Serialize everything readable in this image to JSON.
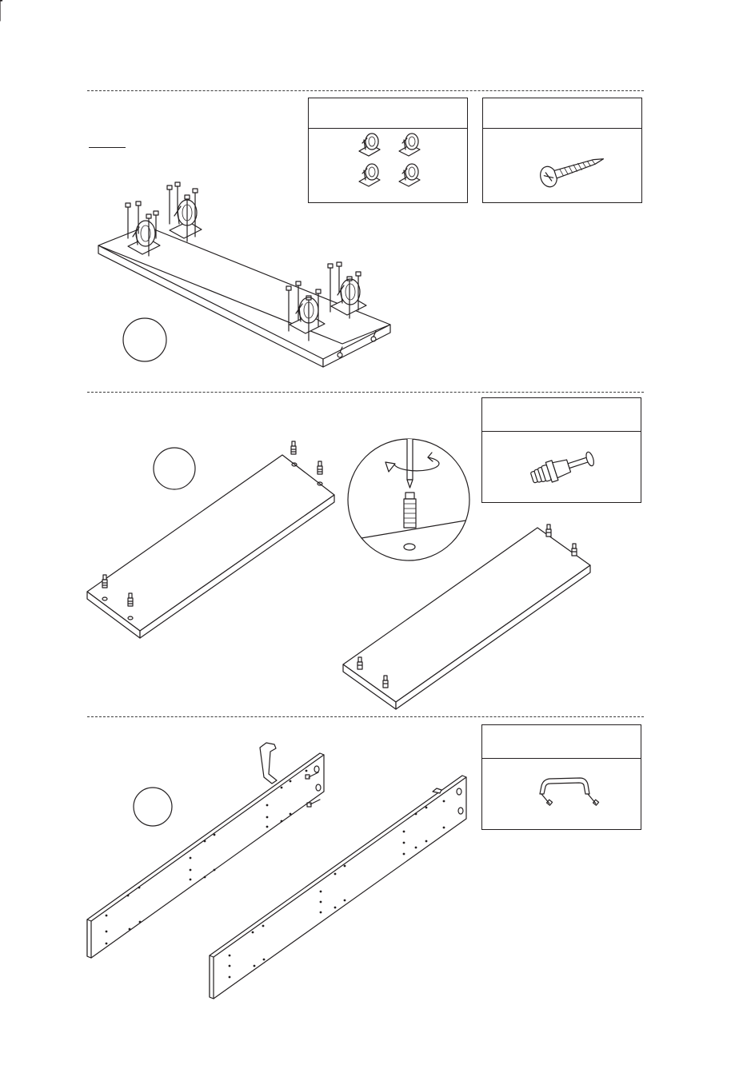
{
  "page": {
    "steps": [
      {
        "id": "step-1",
        "number": "",
        "callout": "",
        "parts": [
          {
            "id": "casters",
            "name": "",
            "qty": ""
          },
          {
            "id": "screw",
            "name": "",
            "qty": ""
          }
        ]
      },
      {
        "id": "step-2",
        "number": "",
        "parts": [
          {
            "id": "cam-bolt",
            "name": "",
            "qty": ""
          }
        ]
      },
      {
        "id": "step-3",
        "number": "",
        "parts": [
          {
            "id": "handle",
            "name": "",
            "qty": ""
          }
        ]
      }
    ]
  }
}
